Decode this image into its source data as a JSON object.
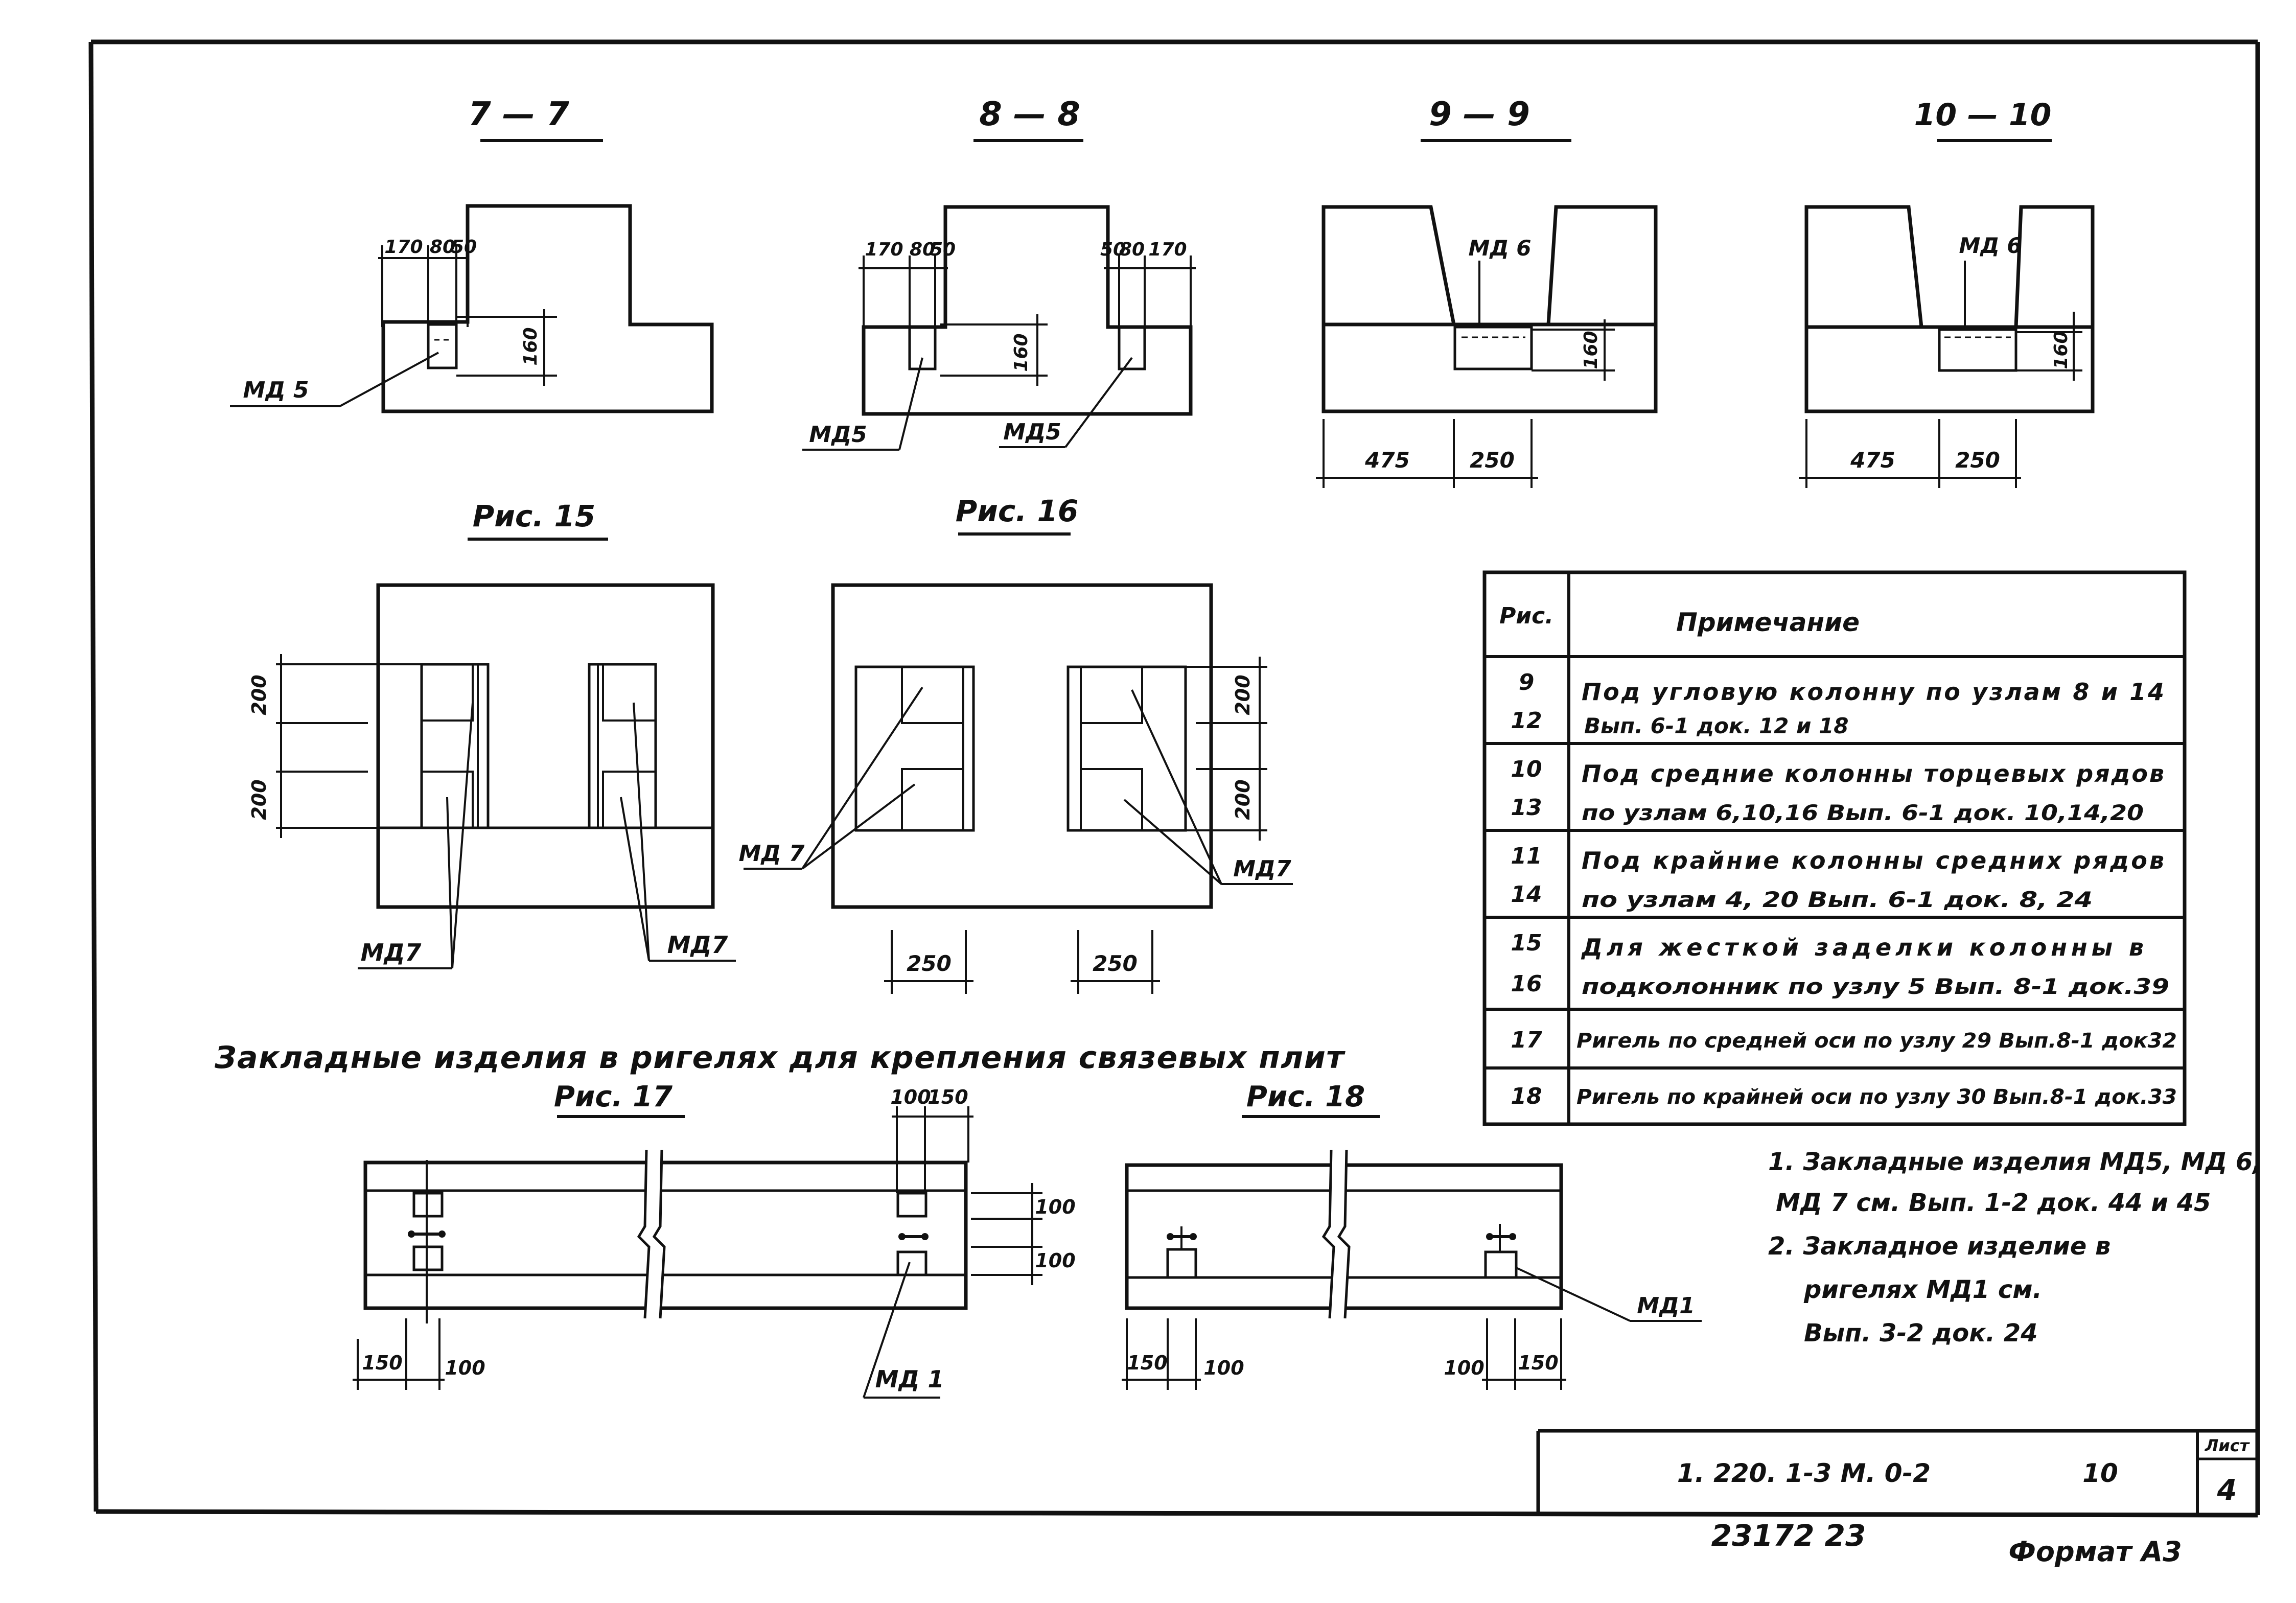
{
  "sections": [
    {
      "title": "7 — 7",
      "dims": [
        "170",
        "80",
        "50",
        "160"
      ],
      "embed": "МД 5"
    },
    {
      "title": "8 — 8",
      "dims": [
        "170",
        "80",
        "50",
        "160",
        "50",
        "80",
        "170"
      ],
      "embed_left": "МД5",
      "embed_right": "МД5"
    },
    {
      "title": "9 — 9",
      "embed": "МД 6",
      "dims": [
        "160",
        "475",
        "250"
      ]
    },
    {
      "title": "10 — 10",
      "embed": "МД 6",
      "dims": [
        "160",
        "475",
        "250"
      ]
    }
  ],
  "figures": {
    "fig15": {
      "title": "Рис. 15",
      "dims": [
        "200",
        "200"
      ],
      "embed_left": "МД7",
      "embed_right": "МД7"
    },
    "fig16": {
      "title": "Рис. 16",
      "dims": [
        "200",
        "200",
        "250",
        "250"
      ],
      "embed_left": "МД 7",
      "embed_right": "МД7"
    },
    "caption": "Закладные изделия в ригелях для крепления связевых плит",
    "fig17": {
      "title": "Рис. 17",
      "dims_top": [
        "100",
        "150"
      ],
      "dims_right": [
        "100",
        "100"
      ],
      "dims_bottom": [
        "150",
        "100"
      ],
      "embed": "МД 1"
    },
    "fig18": {
      "title": "Рис. 18",
      "dims_left": [
        "150",
        "100"
      ],
      "dims_right": [
        "100",
        "150"
      ],
      "embed": "МД1"
    }
  },
  "table": {
    "header": {
      "fig": "Рис.",
      "note": "Примечание"
    },
    "rows": [
      {
        "figs": [
          "9",
          "12"
        ],
        "lines": [
          "Под угловую колонну по узлам 8 и 14",
          "Вып. 6-1 док. 12 и 18"
        ]
      },
      {
        "figs": [
          "10",
          "13"
        ],
        "lines": [
          "Под средние колонны торцевых рядов",
          "по узлам 6,10,16 Вып. 6-1 док. 10,14,20"
        ]
      },
      {
        "figs": [
          "11",
          "14"
        ],
        "lines": [
          "Под крайние колонны средних рядов",
          "по узлам 4, 20 Вып. 6-1 док. 8, 24"
        ]
      },
      {
        "figs": [
          "15",
          "16"
        ],
        "lines": [
          "Для жесткой заделки колонны в",
          "подколонник по узлу 5 Вып. 8-1 док.39"
        ]
      },
      {
        "figs": [
          "17"
        ],
        "lines": [
          "Ригель по средней оси по узлу 29 Вып.8-1 док32"
        ]
      },
      {
        "figs": [
          "18"
        ],
        "lines": [
          "Ригель по крайней оси по узлу 30 Вып.8-1 док.33"
        ]
      }
    ]
  },
  "notes": [
    "1. Закладные изделия МД5, МД 6,",
    "МД 7 см. Вып. 1-2 док. 44 и 45",
    "2. Закладное изделие в",
    "ригелях МД1 см.",
    "Вып. 3-2 док. 24"
  ],
  "stamp": {
    "code": "1. 220. 1-3 М. 0-2",
    "number": "10",
    "sheet_label": "Лист",
    "sheet": "4"
  },
  "footer": {
    "inventory": "23172 23",
    "format": "Формат А3"
  }
}
